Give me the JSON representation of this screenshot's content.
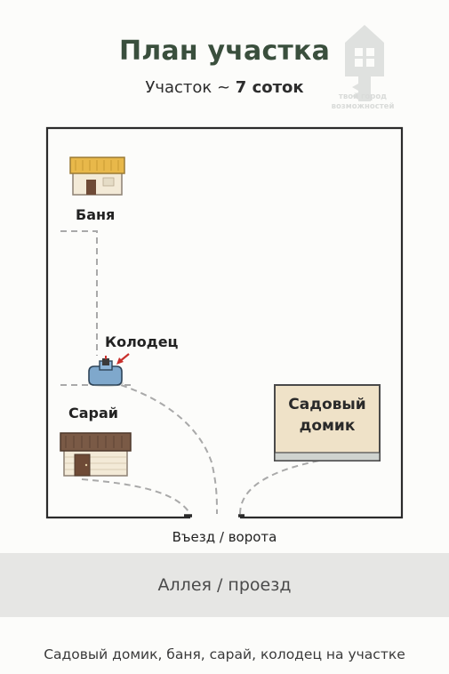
{
  "header": {
    "title": "План участка",
    "subtitle_prefix": "Участок ~ ",
    "subtitle_value": "7 соток"
  },
  "watermark": {
    "line1": "твой город",
    "line2": "возможностей"
  },
  "plot": {
    "objects": [
      {
        "id": "banya",
        "label": "Баня"
      },
      {
        "id": "well",
        "label": "Колодец"
      },
      {
        "id": "shed",
        "label": "Сарай"
      },
      {
        "id": "garden_house",
        "label_line1": "Садовый",
        "label_line2": "домик"
      }
    ],
    "gate_label": "Въезд / ворота"
  },
  "alley": {
    "label": "Аллея / проезд"
  },
  "caption": "Садовый домик, баня, сарай, колодец на участке",
  "colors": {
    "title": "#3a4f3d",
    "roof_banya": "#e8b84a",
    "roof_shed": "#7a5a46",
    "wall": "#f3ead7",
    "house_fill": "#efe2c8",
    "well_blue": "#7fa8cc",
    "arrow_red": "#c9302c",
    "path_dash": "#a9a9a9"
  }
}
